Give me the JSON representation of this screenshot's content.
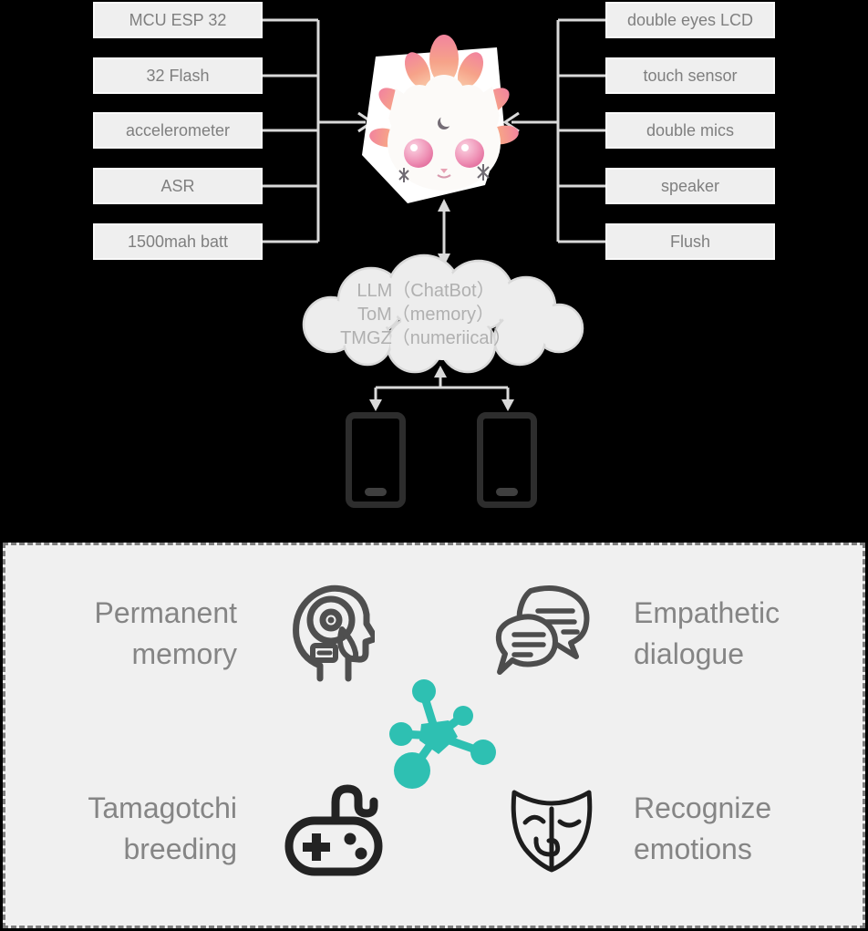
{
  "diagram": {
    "hardware_left": [
      "MCU ESP 32",
      "32 Flash",
      "accelerometer",
      "ASR",
      "1500mah batt"
    ],
    "hardware_right": [
      "double eyes LCD",
      "touch sensor",
      "double mics",
      "speaker",
      "Flush"
    ],
    "cloud_lines": [
      "LLM（ChatBot）",
      "ToM（memory）",
      "TMGZ（numeriical）"
    ],
    "phone_count": 2
  },
  "features": {
    "permanent_memory": {
      "line1": "Permanent",
      "line2": "memory"
    },
    "empathetic_dialogue": {
      "line1": "Empathetic",
      "line2": "dialogue"
    },
    "tamagotchi_breeding": {
      "line1": "Tamagotchi",
      "line2": "breeding"
    },
    "recognize_emotions": {
      "line1": "Recognize",
      "line2": "emotions"
    }
  },
  "icons": {
    "mascot": "flame-cat-mascot",
    "cloud": "cloud-shape",
    "phone": "smartphone-icon",
    "permanent_memory": "head-memory-icon",
    "empathetic_dialogue": "chat-bubbles-icon",
    "center": "molecule-icon",
    "tamagotchi_breeding": "game-controller-icon",
    "recognize_emotions": "theater-mask-icon"
  },
  "colors": {
    "top_background": "#000000",
    "box_fill": "#efefef",
    "box_text": "#7f7f7f",
    "connector": "#d9d9d9",
    "cloud_fill": "#ededed",
    "cloud_text": "#b0b0b0",
    "panel_background": "#f0f0f0",
    "panel_border": "#7d7d7d",
    "feature_text": "#858585",
    "icon_gray": "#4f4f4f",
    "icon_dark": "#232323",
    "accent_teal": "#2ec0b2",
    "phone": "#2d2d2d"
  }
}
